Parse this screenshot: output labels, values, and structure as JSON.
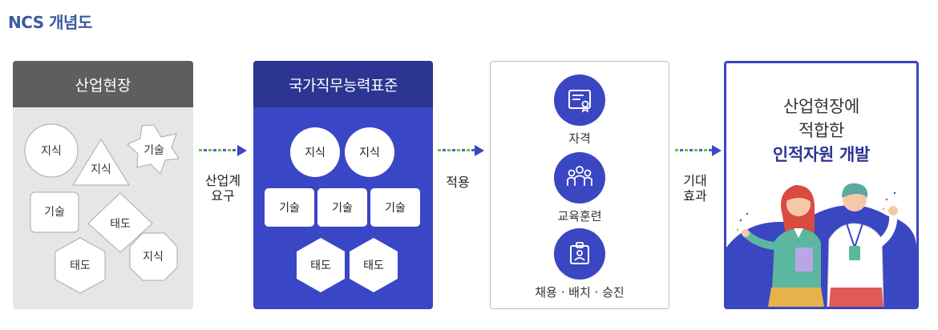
{
  "title": "NCS 개념도",
  "panel_industry": {
    "header": "산업현장",
    "shapes": [
      "지식",
      "지식",
      "기술",
      "기술",
      "태도",
      "태도",
      "지식"
    ]
  },
  "panel_ncs": {
    "header": "국가직무능력표준",
    "row1": [
      "지식",
      "지식"
    ],
    "row2": [
      "기술",
      "기술",
      "기술"
    ],
    "row3": [
      "태도",
      "태도"
    ]
  },
  "arrow1_label": [
    "산업계",
    "요구"
  ],
  "arrow2_label": "적용",
  "arrow3_label": [
    "기대",
    "효과"
  ],
  "panel_apply": {
    "items": [
      {
        "label": "자격",
        "icon": "certificate-icon"
      },
      {
        "label": "교육훈련",
        "icon": "people-group-icon"
      },
      {
        "label": "채용 · 배치 · 승진",
        "icon": "id-card-icon"
      }
    ]
  },
  "panel_result": {
    "line1": "산업현장에",
    "line2": "적합한",
    "line3": "인적자원 개발"
  },
  "colors": {
    "title": "#3a5a9f",
    "ncs_blue": "#3946c5",
    "ncs_dark": "#2c3591",
    "industry_header": "#5e5e5e",
    "industry_bg": "#e6e6e6"
  }
}
